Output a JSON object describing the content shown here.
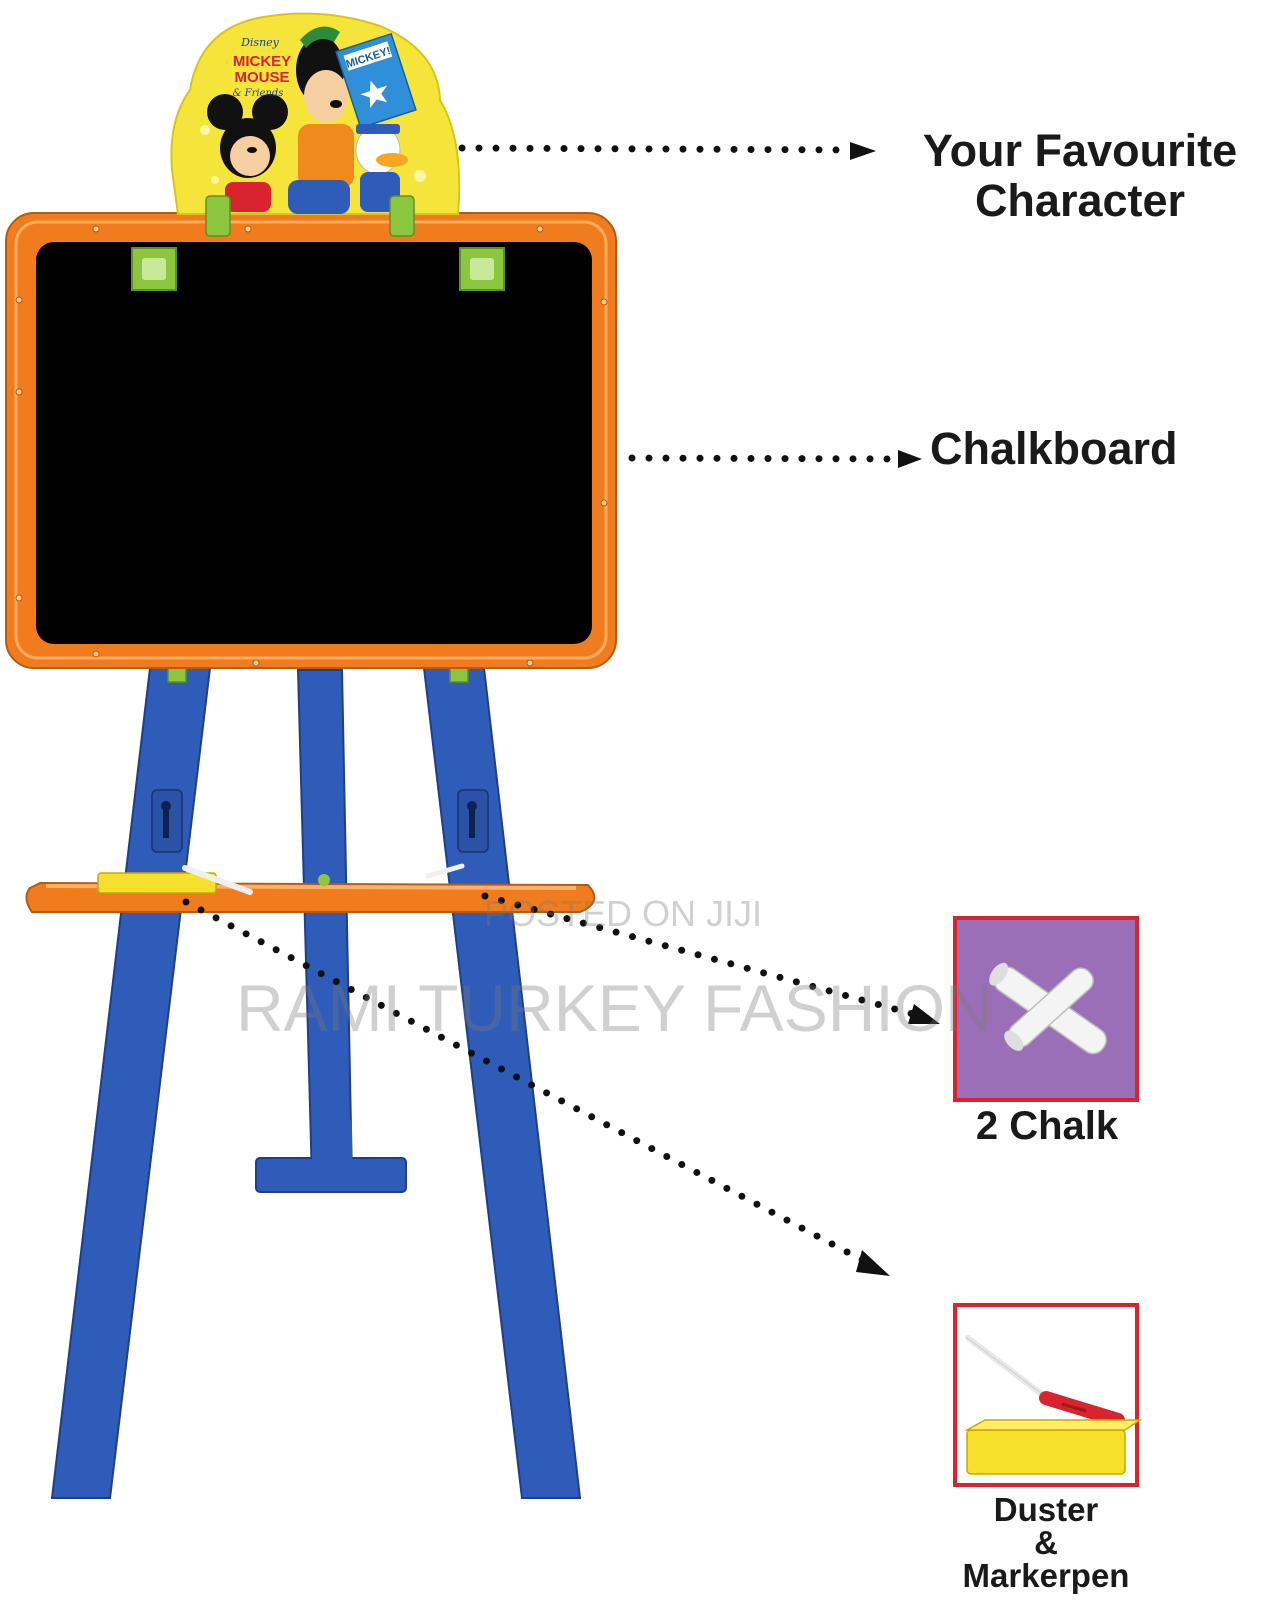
{
  "product": {
    "topper_brand": "Disney",
    "topper_title_line1": "MICKEY",
    "topper_title_line2": "MOUSE",
    "topper_title_line3": "& Friends",
    "topper_book_text": "MICKEY!"
  },
  "callouts": {
    "favourite_line1": "Your Favourite",
    "favourite_line2": "Character",
    "chalkboard": "Chalkboard",
    "chalk": "2 Chalk",
    "duster_line1": "Duster",
    "duster_line2": "&",
    "duster_line3": "Markerpen"
  },
  "watermark": {
    "small": "POSTED ON JIJI",
    "large": "RAMI TURKEY FASHION"
  },
  "colors": {
    "frame_orange": "#f07c1e",
    "leg_blue": "#2f5cb8",
    "clip_green": "#8cc63f",
    "topper_yellow": "#f5e53a",
    "board_black": "#000000",
    "thumb_purple": "#9b6fb8",
    "thumb_border_red": "#d9232e"
  }
}
